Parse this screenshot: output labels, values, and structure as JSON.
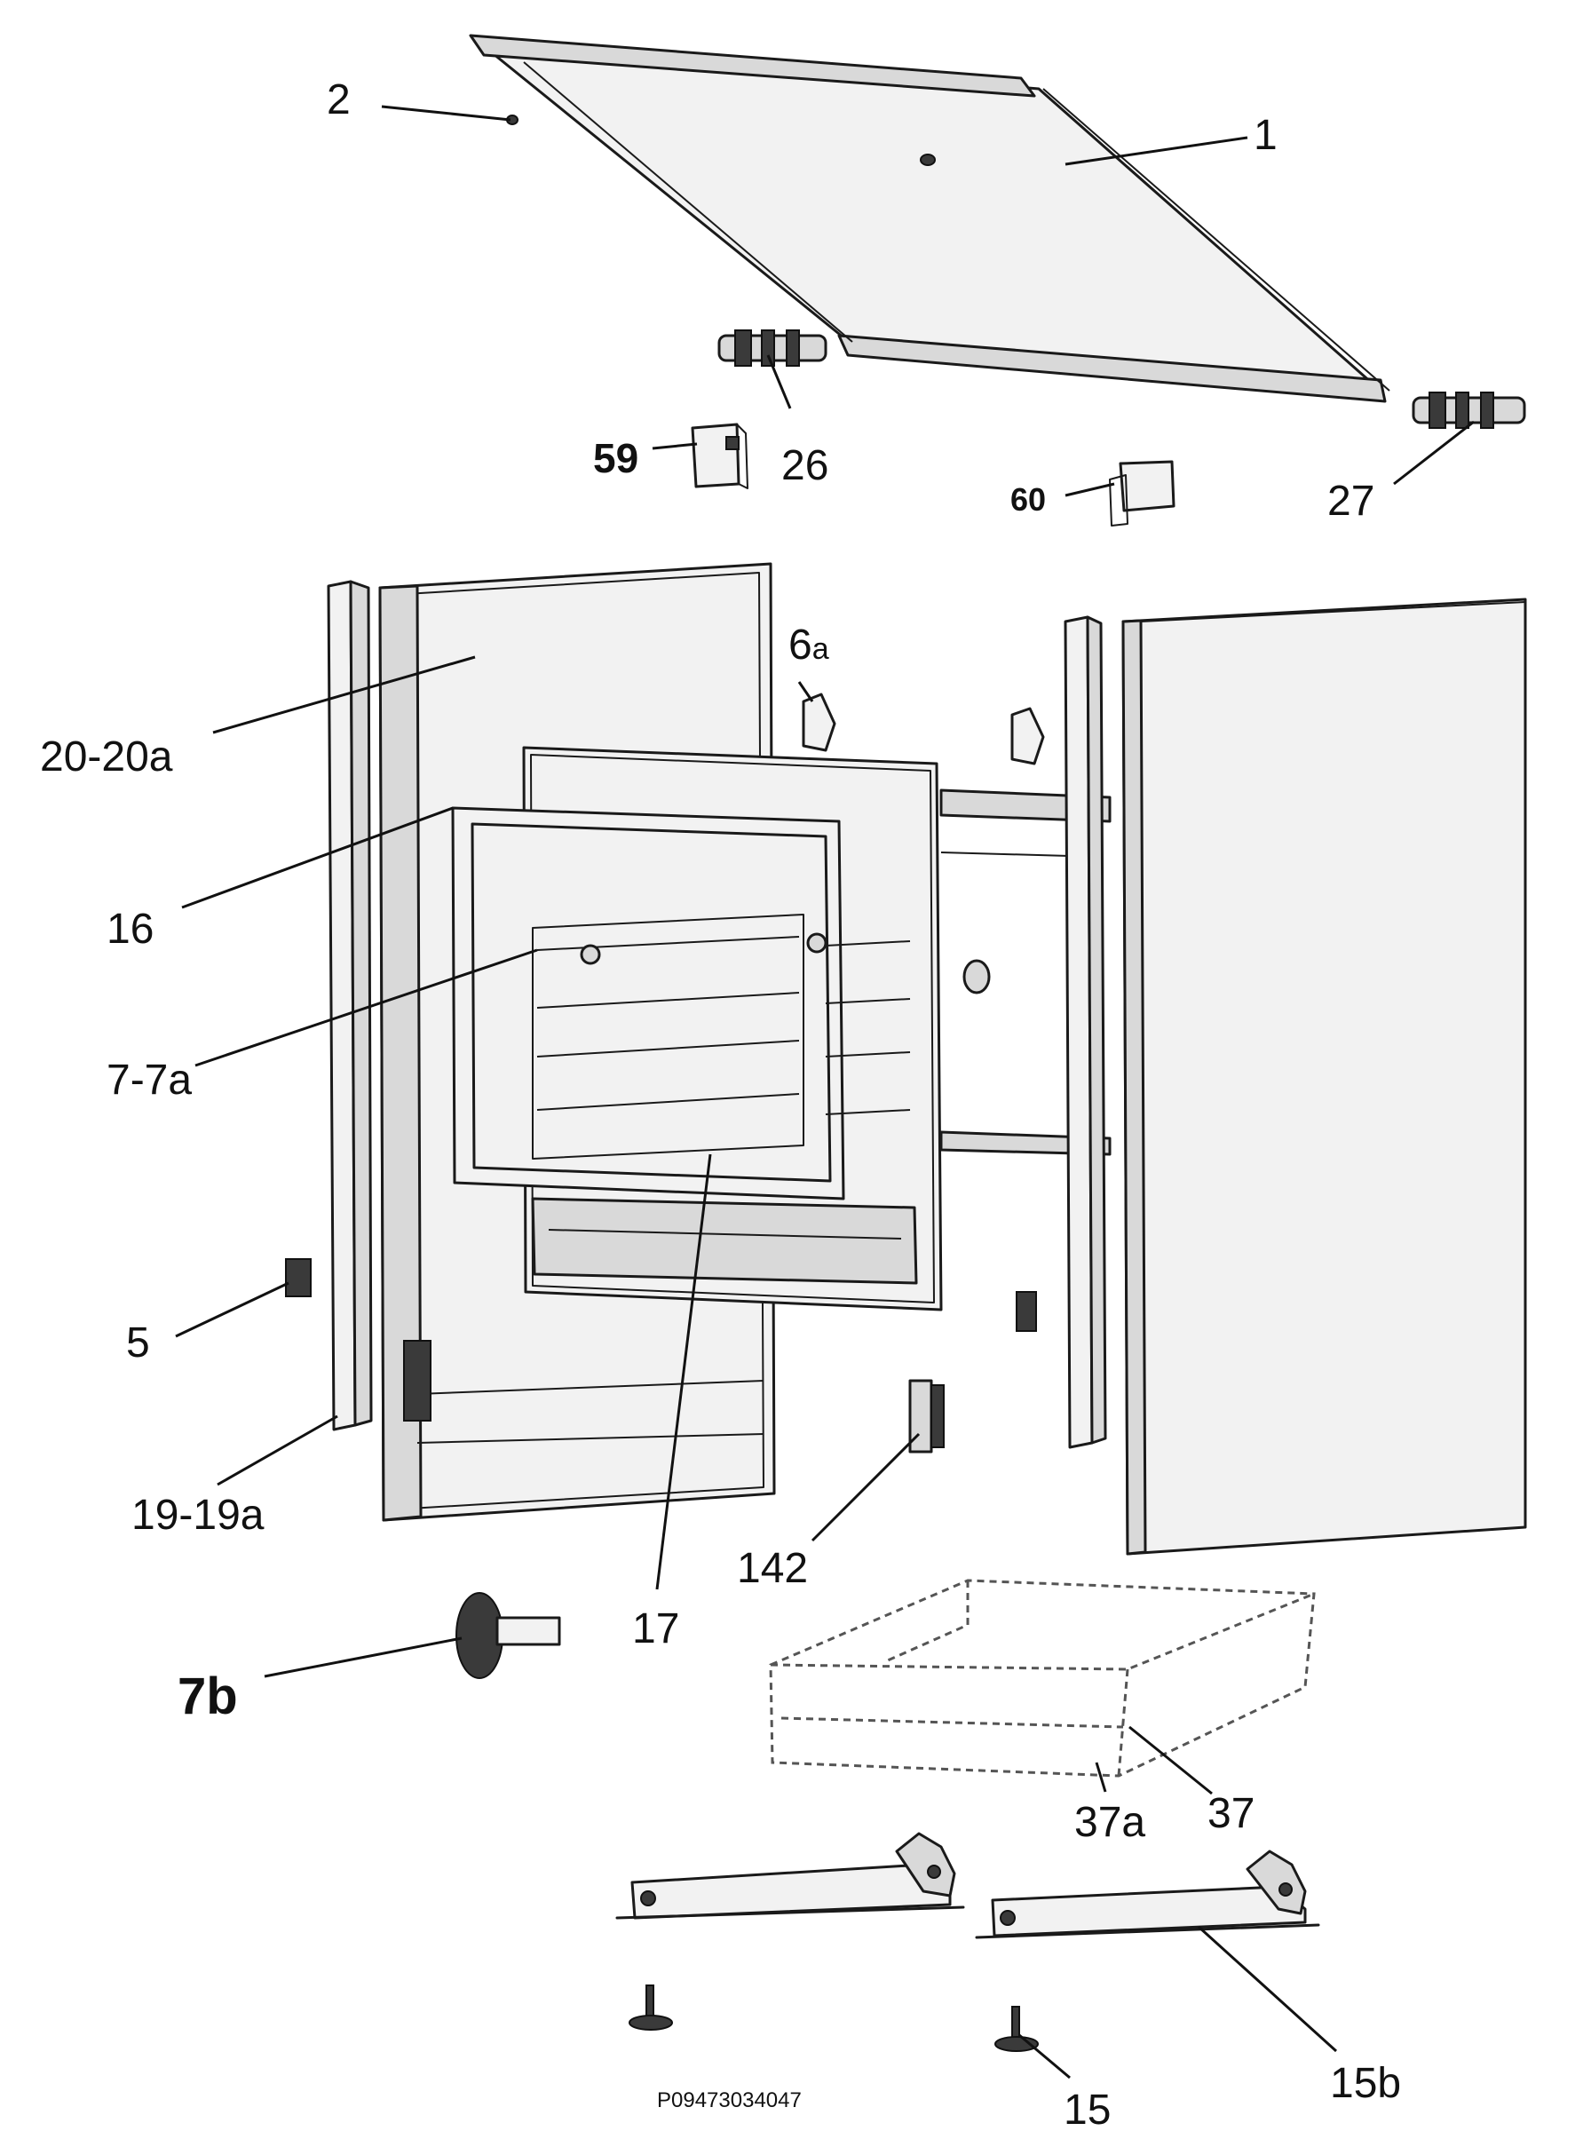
{
  "labels": {
    "p1": "1",
    "p2": "2",
    "p26": "26",
    "p27": "27",
    "p59": "59",
    "p60": "60",
    "p6a": "6",
    "p6a_sub": "a",
    "p20": "20-20a",
    "p16": "16",
    "p7": "7-7a",
    "p5": "5",
    "p19": "19-19a",
    "p142": "142",
    "p17": "17",
    "p7b": "7b",
    "p37a": "37a",
    "p37": "37",
    "p15": "15",
    "p15b": "15b"
  },
  "code": "P09473034047"
}
